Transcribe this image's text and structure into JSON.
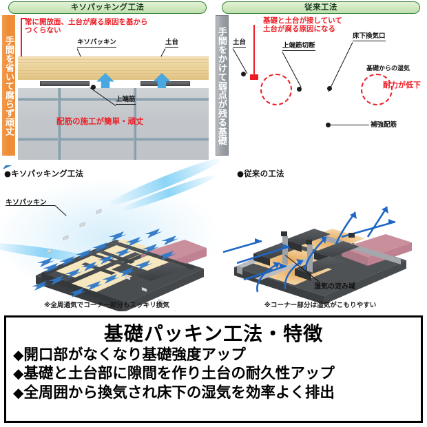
{
  "comparison": {
    "left": {
      "tab_label": "キソパッキング工法",
      "side_bar_label": "手間を省いて腐らず頑丈",
      "side_bar_color": "#ef8f3c",
      "callout_red": "常に開放面、土台が腐る原因を基から\nつくらない",
      "labels": {
        "packing": "キソパッキン",
        "sill": "土台",
        "top_rebar": "上端筋"
      },
      "benefit_red": "配筋の施工が簡単・頑丈"
    },
    "right": {
      "tab_label": "従来工法",
      "side_bar_label": "手間をかけて弱点が残る基礎",
      "side_bar_color": "#9aa0a6",
      "callout_red": "基礎と土台が接していて\n土台が腐る原因になる",
      "labels": {
        "sill": "土台",
        "cut_rebar": "上端筋切断",
        "vent": "床下換気口",
        "moisture": "基礎からの湿気",
        "extra_rebar": "補強配筋"
      },
      "warning_red": "耐力が低下"
    }
  },
  "isometric": {
    "left": {
      "title": "●キソパッキング工法",
      "label_packing": "キソパッキン",
      "caption": "※全周通気でコーナー部分もスッキリ換気"
    },
    "right": {
      "title": "●従来の工法",
      "label_stagnant": "湿気の淀み域",
      "caption": "※コーナー部分は湿気がこもりやすい"
    }
  },
  "feature_box": {
    "title": "基礎パッキン工法・特徴",
    "bullet_marker": "◆",
    "items": [
      "開口部がなくなり基礎強度アップ",
      "基礎と土台部に隙間を作り土台の耐久性アップ",
      "全周囲から換気され床下の湿気を効率よく排出"
    ]
  },
  "colors": {
    "accent_red": "#ec1c24",
    "accent_blue": "#4aa8e0",
    "tab_green": "#2f7d32",
    "orange_bar": "#ef8f3c",
    "gray_bar": "#9aa0a6"
  }
}
